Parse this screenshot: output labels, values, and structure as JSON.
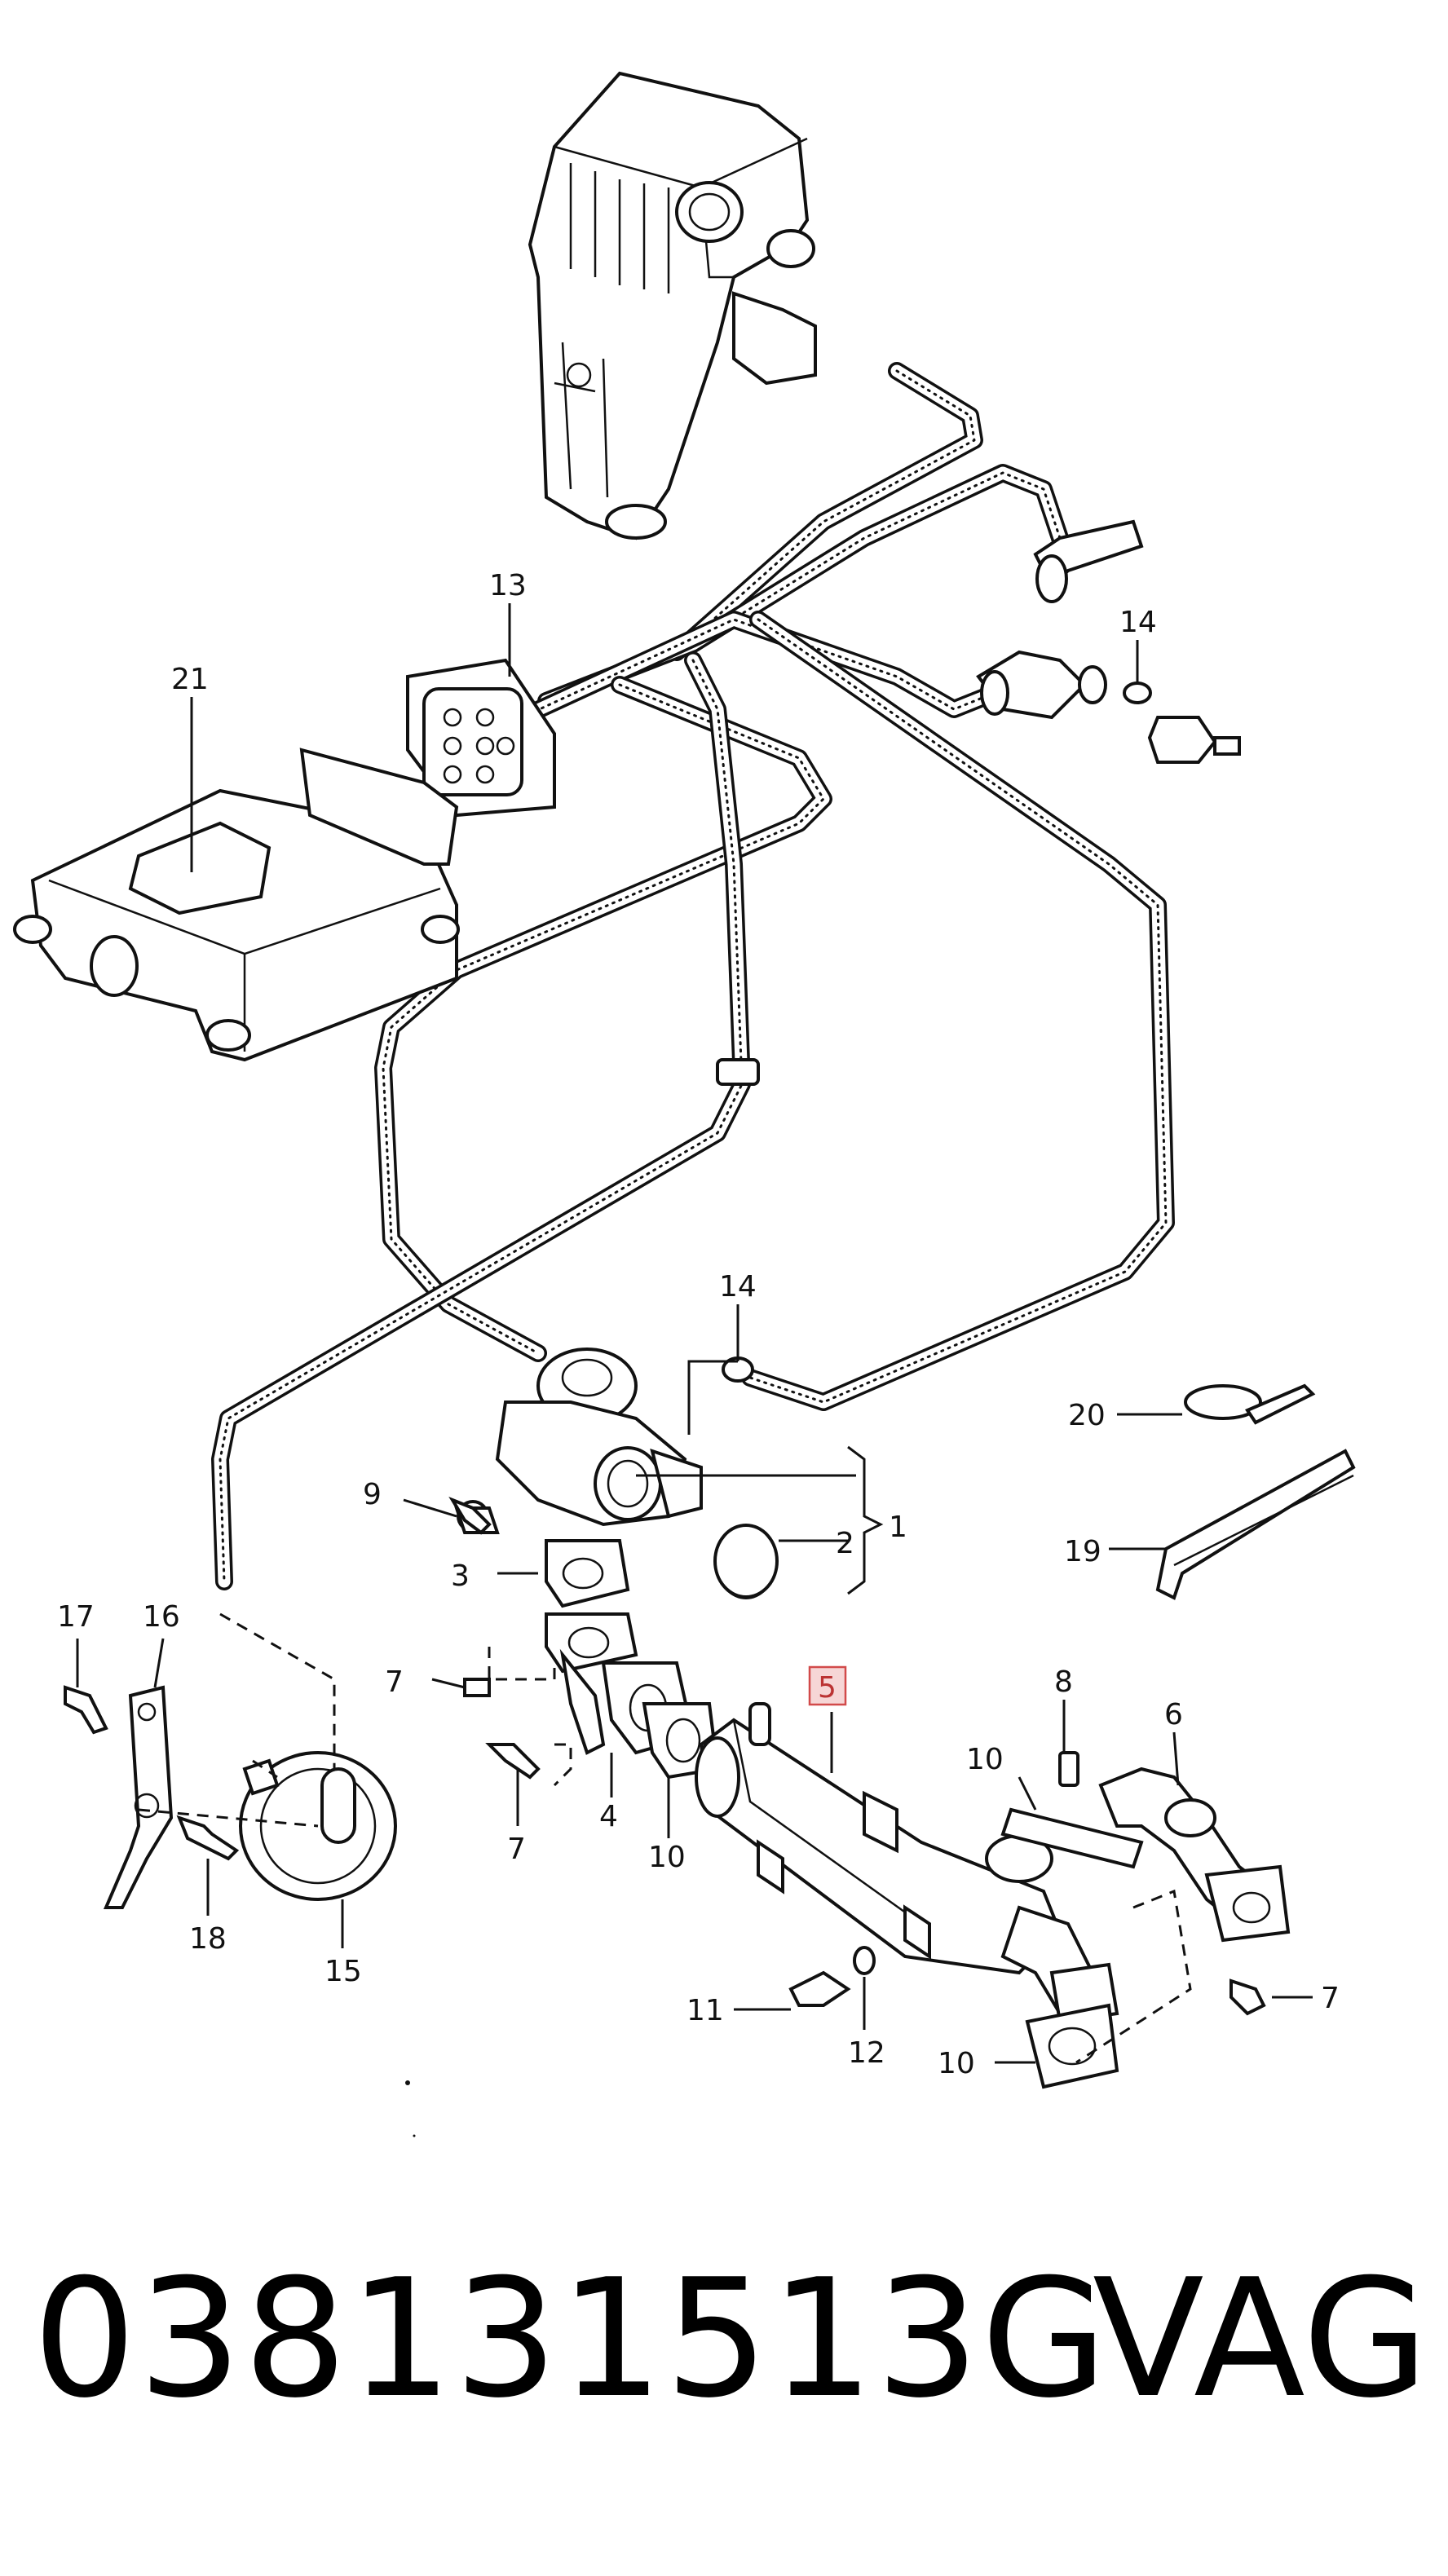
{
  "diagram": {
    "callouts": {
      "c1": "1",
      "c2": "2",
      "c3": "3",
      "c4": "4",
      "c5": "5",
      "c6": "6",
      "c7a": "7",
      "c7b": "7",
      "c7c": "7",
      "c8": "8",
      "c9": "9",
      "c10a": "10",
      "c10b": "10",
      "c10c": "10",
      "c11": "11",
      "c12": "12",
      "c13": "13",
      "c14a": "14",
      "c14b": "14",
      "c15": "15",
      "c16": "16",
      "c17": "17",
      "c18": "18",
      "c19": "19",
      "c20": "20",
      "c21": "21"
    },
    "highlighted_callout": "5",
    "highlight_color": "#d24a4a"
  },
  "footer": {
    "part_number": "038131513G",
    "brand": "VAG"
  }
}
